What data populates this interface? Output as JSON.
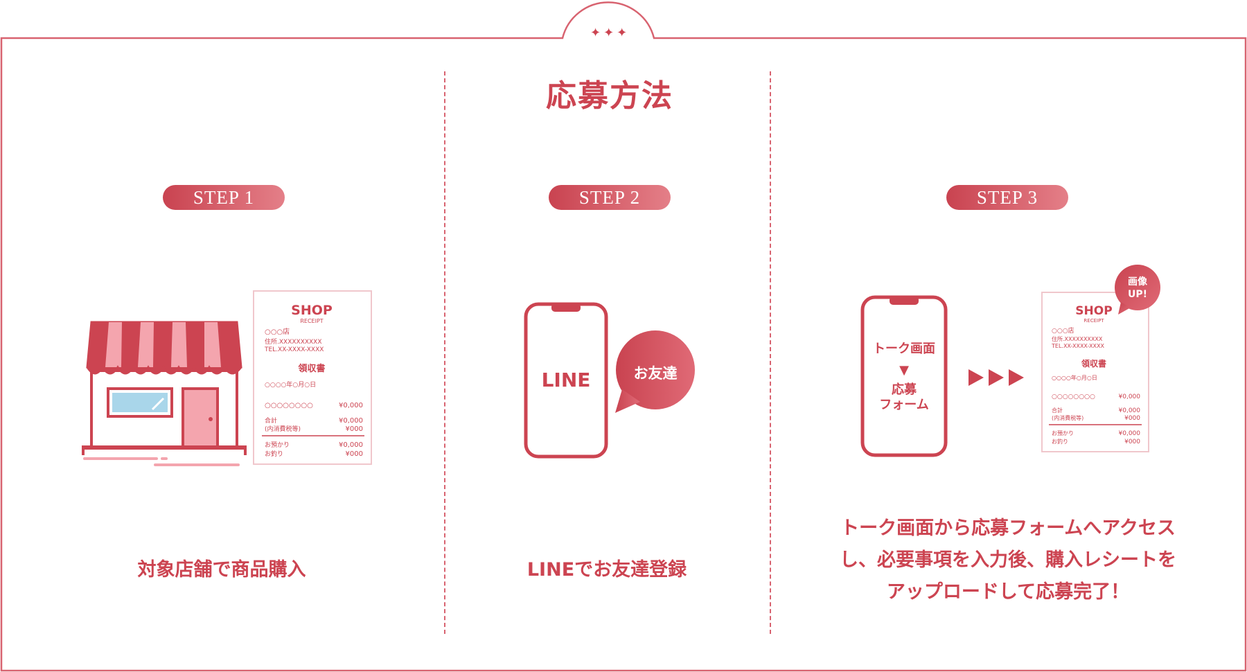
{
  "header": {
    "title": "応募方法",
    "ornament": "✦✦✦"
  },
  "steps": [
    {
      "label": "STEP 1",
      "caption": "対象店舗で商品購入",
      "receipt": {
        "shop": "SHOP",
        "receipt_word": "RECEIPT",
        "store": "○○○店",
        "address": "住所.XXXXXXXXXX",
        "tel": "TEL.XX-XXXX-XXXX",
        "heading": "領収書",
        "date": "○○○○年○月○日",
        "item_dots": "○○○○○○○○",
        "item_price": "¥0,000",
        "total_label": "合計",
        "tax_label": "(内消費税等)",
        "total_price": "¥0,000",
        "tax_price": "¥000",
        "deposit_label": "お預かり",
        "change_label": "お釣り",
        "deposit_price": "¥0,000",
        "change_price": "¥000"
      }
    },
    {
      "label": "STEP 2",
      "caption": "LINEでお友達登録",
      "phone_text": "LINE",
      "bubble_text": "お友達"
    },
    {
      "label": "STEP 3",
      "caption_lines": [
        "トーク画面から応募フォームへアクセス",
        "し、必要事項を入力後、購入レシートを",
        "アップロードして応募完了！"
      ],
      "phone_line1": "トーク画面",
      "phone_arrow": "▼",
      "phone_line2": "応募",
      "phone_line3": "フォーム",
      "badge_line1": "画像",
      "badge_line2": "UP!"
    }
  ],
  "colors": {
    "accent": "#cc4451",
    "accent_light": "#f4a5ae",
    "frame": "#d86370"
  }
}
